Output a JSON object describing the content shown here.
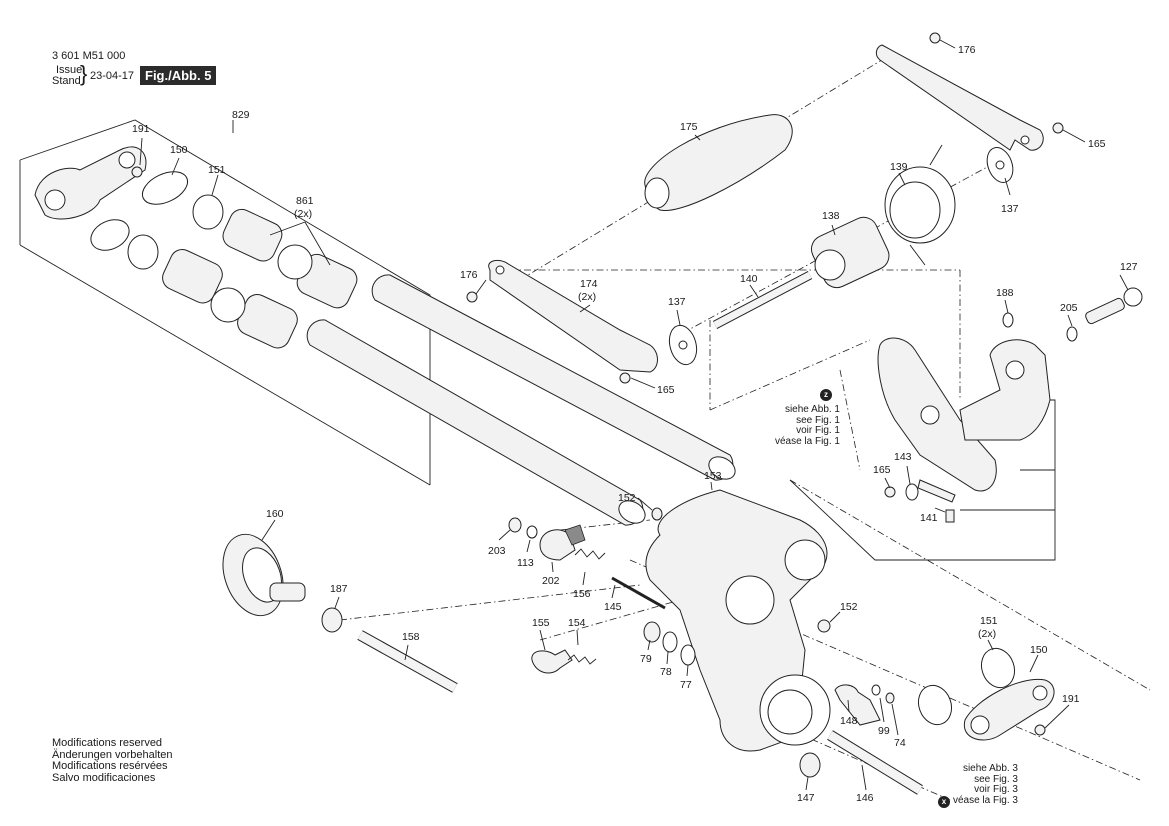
{
  "header": {
    "doc_number": "3 601 M51 000",
    "issue_label": "Issue",
    "stand_label": "Stand",
    "date": "23-04-17",
    "figure": "Fig./Abb. 5"
  },
  "footer": {
    "lines": [
      "Modifications reserved",
      "Änderungen vorbehalten",
      "Modifications resérvées",
      "Salvo modificaciones"
    ]
  },
  "references": {
    "z": {
      "badge": "z",
      "lines": [
        "siehe Abb. 1",
        "see Fig. 1",
        "voir Fig. 1",
        "véase la Fig. 1"
      ]
    },
    "x": {
      "badge": "x",
      "lines": [
        "siehe Abb. 3",
        "see Fig. 3",
        "voir Fig. 3",
        "véase la Fig. 3"
      ]
    }
  },
  "part_labels": [
    {
      "id": "176a",
      "text": "176"
    },
    {
      "id": "165a",
      "text": "165"
    },
    {
      "id": "137a",
      "text": "137"
    },
    {
      "id": "175",
      "text": "175"
    },
    {
      "id": "139",
      "text": "139"
    },
    {
      "id": "138",
      "text": "138"
    },
    {
      "id": "127",
      "text": "127"
    },
    {
      "id": "188",
      "text": "188"
    },
    {
      "id": "205",
      "text": "205"
    },
    {
      "id": "829",
      "text": "829"
    },
    {
      "id": "191a",
      "text": "191"
    },
    {
      "id": "150a",
      "text": "150"
    },
    {
      "id": "151a",
      "text": "151"
    },
    {
      "id": "861",
      "text": "861"
    },
    {
      "id": "861q",
      "text": "(2x)"
    },
    {
      "id": "176b",
      "text": "176"
    },
    {
      "id": "174",
      "text": "174"
    },
    {
      "id": "174q",
      "text": "(2x)"
    },
    {
      "id": "140",
      "text": "140"
    },
    {
      "id": "137b",
      "text": "137"
    },
    {
      "id": "165b",
      "text": "165"
    },
    {
      "id": "153",
      "text": "153"
    },
    {
      "id": "152a",
      "text": "152"
    },
    {
      "id": "165c",
      "text": "165"
    },
    {
      "id": "143",
      "text": "143"
    },
    {
      "id": "141",
      "text": "141"
    },
    {
      "id": "160",
      "text": "160"
    },
    {
      "id": "203",
      "text": "203"
    },
    {
      "id": "113",
      "text": "113"
    },
    {
      "id": "202",
      "text": "202"
    },
    {
      "id": "156",
      "text": "156"
    },
    {
      "id": "145",
      "text": "145"
    },
    {
      "id": "187",
      "text": "187"
    },
    {
      "id": "158",
      "text": "158"
    },
    {
      "id": "155",
      "text": "155"
    },
    {
      "id": "154",
      "text": "154"
    },
    {
      "id": "79",
      "text": "79"
    },
    {
      "id": "78",
      "text": "78"
    },
    {
      "id": "77",
      "text": "77"
    },
    {
      "id": "152b",
      "text": "152"
    },
    {
      "id": "151b",
      "text": "151"
    },
    {
      "id": "151q",
      "text": "(2x)"
    },
    {
      "id": "150b",
      "text": "150"
    },
    {
      "id": "191b",
      "text": "191"
    },
    {
      "id": "148",
      "text": "148"
    },
    {
      "id": "99",
      "text": "99"
    },
    {
      "id": "74",
      "text": "74"
    },
    {
      "id": "147",
      "text": "147"
    },
    {
      "id": "146",
      "text": "146"
    }
  ]
}
